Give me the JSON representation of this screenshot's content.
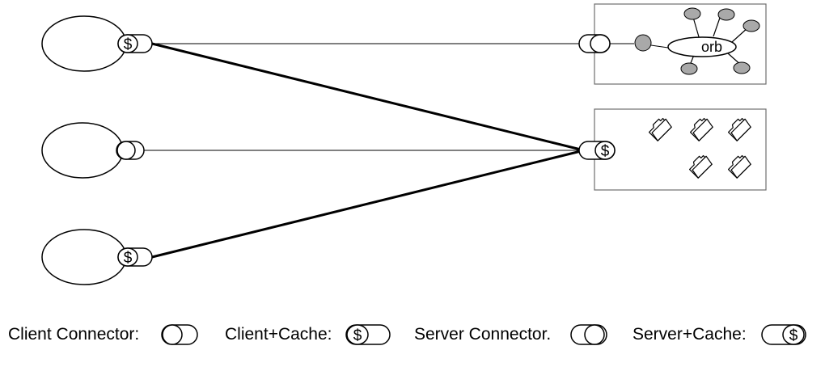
{
  "labels": {
    "orb": "orb",
    "dollar": "$"
  },
  "legend": {
    "client_connector": "Client Connector:",
    "client_cache": "Client+Cache:",
    "server_connector": "Server Connector.",
    "server_cache": "Server+Cache:"
  },
  "colors": {
    "stroke": "#000000",
    "node_fill": "#a9a9a9",
    "box_stroke": "#6e6e6e",
    "background": "#ffffff"
  },
  "icons": [
    "folder-icon",
    "folder-icon",
    "folder-icon",
    "folder-icon",
    "folder-icon"
  ]
}
